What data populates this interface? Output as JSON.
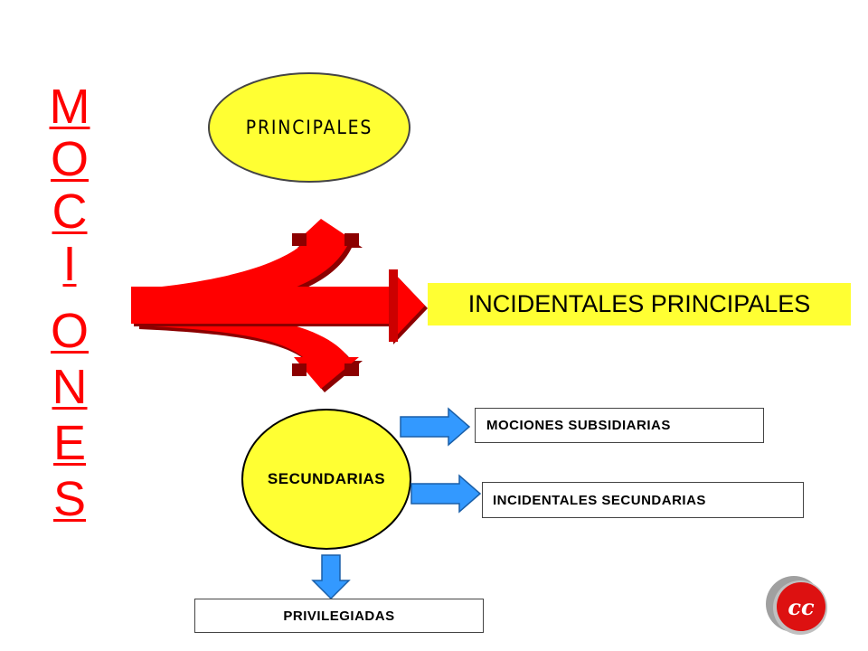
{
  "vertical_word": [
    "M",
    "O",
    "C",
    "I",
    "O",
    "N",
    "E",
    "S"
  ],
  "principales_label": "PRINCIPALES",
  "incidentales_principales_label": "INCIDENTALES PRINCIPALES",
  "secundarias_label": "SECUNDARIAS",
  "mociones_subsidiarias_label": "MOCIONES SUBSIDIARIAS",
  "incidentales_secundarias_label": "INCIDENTALES SECUNDARIAS",
  "privilegiadas_label": "PRIVILEGIADAS",
  "logo_text": "cc",
  "colors": {
    "red_arrow": "#ff0000",
    "dark_red": "#8b0000",
    "yellow": "#ffff33",
    "blue_arrow": "#3399ff",
    "text_red": "#ff0000"
  }
}
